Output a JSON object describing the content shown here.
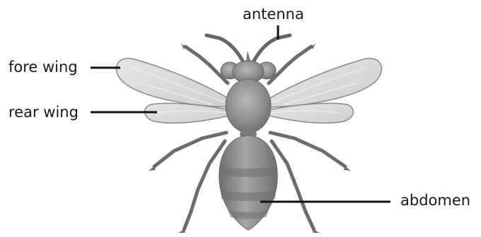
{
  "diagram": {
    "labels": {
      "antenna": "antenna",
      "fore_wing": "fore wing",
      "rear_wing": "rear wing",
      "abdomen": "abdomen"
    },
    "colors": {
      "wing_fill": "#dcdcdc",
      "wing_stroke": "#8a8a8a",
      "body_fill": "#8f8f8f",
      "body_dark": "#6f6f6f",
      "stripe": "#7a7a7a",
      "leader_line": "#111111"
    }
  }
}
